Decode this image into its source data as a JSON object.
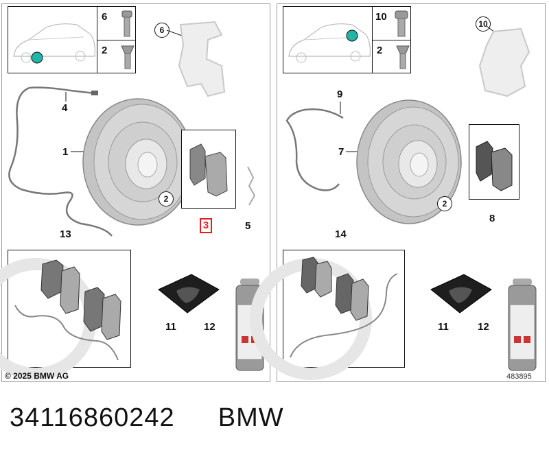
{
  "left": {
    "callouts": [
      "6",
      "2",
      "6",
      "4",
      "1",
      "2",
      "3",
      "5",
      "13",
      "11",
      "12"
    ],
    "copyright": "© 2025 BMW AG"
  },
  "right": {
    "callouts": [
      "10",
      "2",
      "10",
      "9",
      "7",
      "2",
      "8",
      "14",
      "11",
      "12"
    ],
    "figure_number": "483895"
  },
  "footer": {
    "part_number": "34116860242",
    "brand": "BMW"
  },
  "colors": {
    "highlight": "#e02020",
    "marker": "#21b5a6",
    "part_gray": "#a9a9a9"
  }
}
